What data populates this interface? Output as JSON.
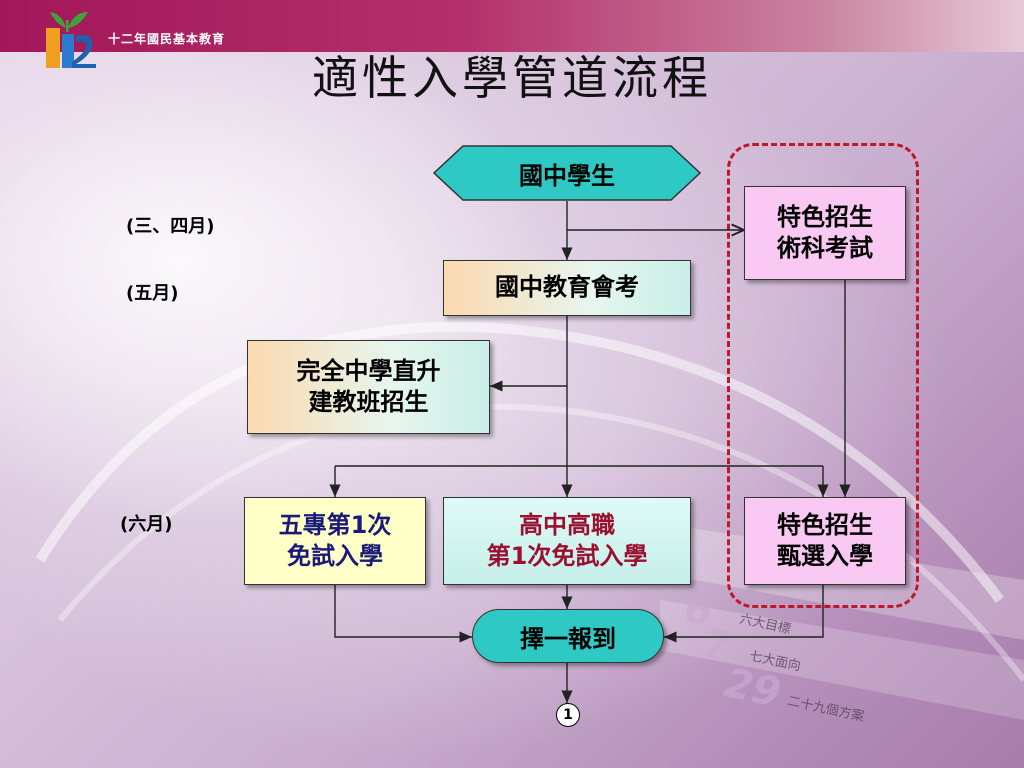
{
  "header": {
    "logo_text": "十二年國民基本教育",
    "title": "適性入學管道流程"
  },
  "time_labels": {
    "march_april": "(三、四月)",
    "may": "(五月)",
    "june": "(六月)"
  },
  "nodes": {
    "junior_student": "國中學生",
    "special_arts_exam": [
      "特色招生",
      "術科考試"
    ],
    "junior_exam": "國中教育會考",
    "complete_school": [
      "完全中學直升",
      "建教班招生"
    ],
    "five_year_college": [
      "五專第1次",
      "免試入學"
    ],
    "senior_vocational": [
      "高中高職",
      "第1次免試入學"
    ],
    "special_selection": [
      "特色招生",
      "甄選入學"
    ],
    "choose_register": "擇一報到",
    "next_page": "1"
  },
  "decoration": {
    "big_numbers": [
      "6",
      "7",
      "29"
    ],
    "small_texts": [
      "六大目標",
      "七大面向",
      "二十九個方案"
    ]
  },
  "colors": {
    "header_bar": "#a2175a",
    "cyan": "#2ec9c4",
    "pink_box": "#f9c8f3",
    "yellow_box": "#ffffc8",
    "dashed_red": "#c0182b",
    "navy_text": "#1a1a7a",
    "maroon_text": "#9b1030"
  }
}
